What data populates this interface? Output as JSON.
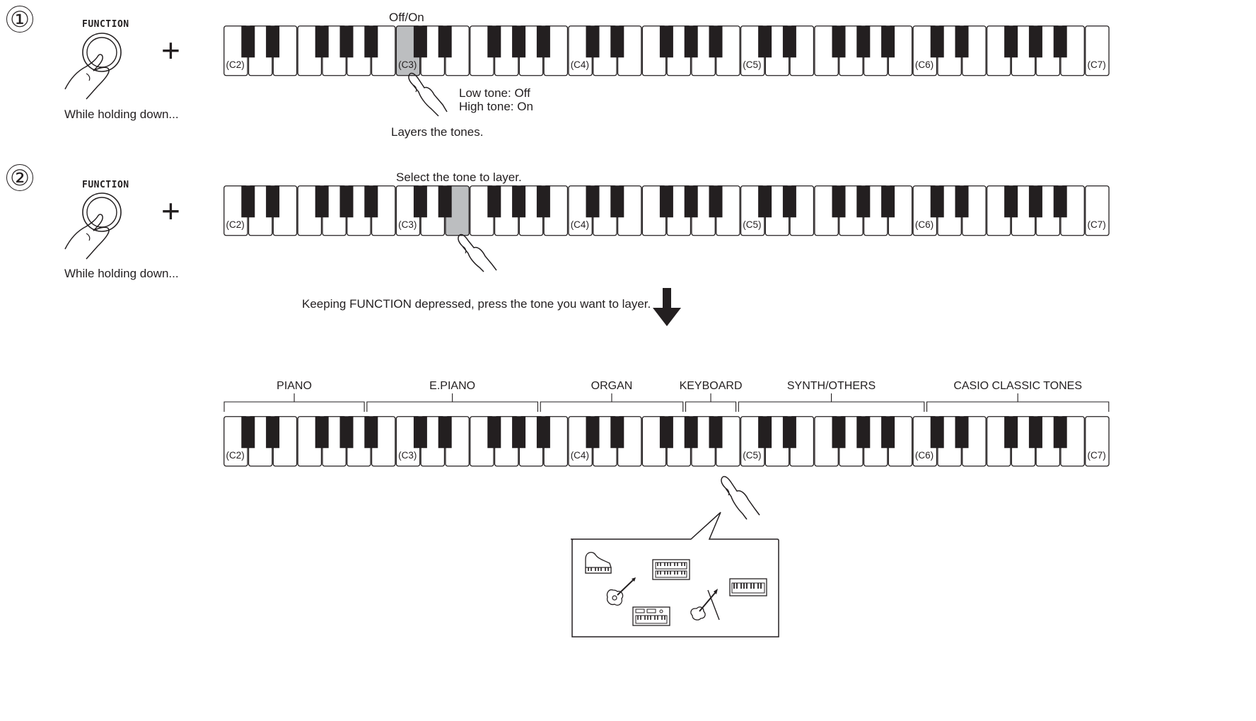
{
  "step1": {
    "number": "①",
    "function_label": "FUNCTION",
    "plus": "+",
    "holding_caption": "While holding down...",
    "off_on_label": "Off/On",
    "tone_note_low": "Low tone: Off",
    "tone_note_high": "High tone: On",
    "result_caption": "Layers the tones."
  },
  "step2": {
    "number": "②",
    "function_label": "FUNCTION",
    "plus": "+",
    "holding_caption": "While holding down...",
    "select_caption": "Select the tone to layer.",
    "instruction": "Keeping FUNCTION depressed, press the tone you want to layer."
  },
  "keyboard": {
    "octave_labels": [
      "(C2)",
      "(C3)",
      "(C4)",
      "(C5)",
      "(C6)",
      "(C7)"
    ]
  },
  "categories": [
    "PIANO",
    "E.PIANO",
    "ORGAN",
    "KEYBOARD",
    "SYNTH/OTHERS",
    "CASIO CLASSIC TONES"
  ],
  "colors": {
    "line": "#231f20",
    "highlight": "#bcbec0",
    "black_key": "#231f20",
    "white_key": "#ffffff"
  },
  "icons": [
    "grand-piano-icon",
    "acoustic-guitar-icon",
    "synthesizer-icon",
    "violin-icon",
    "keyboard-icon",
    "digital-keyboard-icon"
  ]
}
